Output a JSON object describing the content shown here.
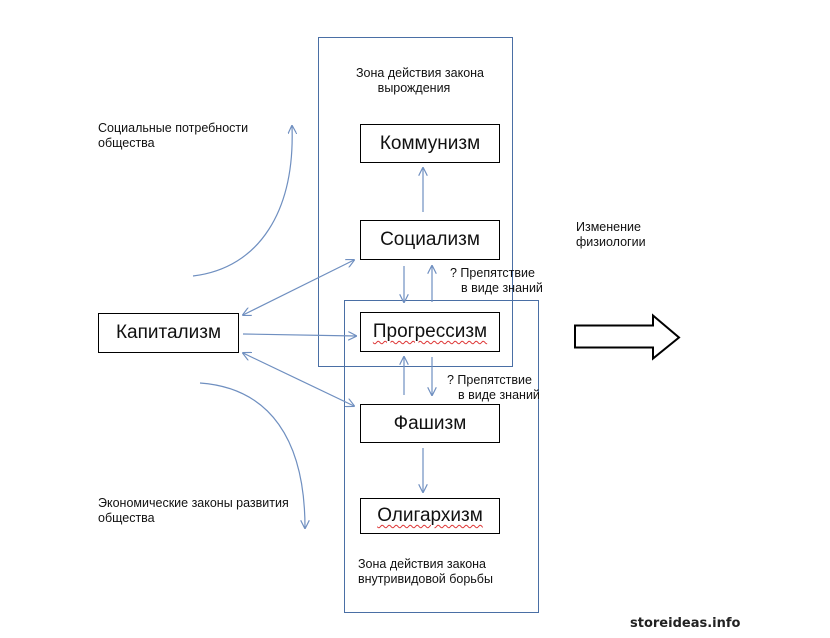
{
  "boxes": {
    "communism": "Коммунизм",
    "socialism": "Социализм",
    "capitalism": "Капитализм",
    "progressism": "Прогрессизм",
    "fascism": "Фашизм",
    "oligarchism": "Олигархизм"
  },
  "zones": {
    "degeneration": [
      "Зона действия закона",
      "вырождения"
    ],
    "intraspecies": [
      "Зона действия закона",
      "внутривидовой борьбы"
    ]
  },
  "notes": {
    "social_needs": [
      "Социальные потребности",
      "общества"
    ],
    "economic_laws": [
      "Экономические законы развития",
      "общества"
    ],
    "physiology_change": [
      "Изменение",
      "физиологии"
    ],
    "obstacle_upper": [
      "? Препятствие",
      "в виде знаний"
    ],
    "obstacle_lower": [
      "? Препятствие",
      "в виде знаний"
    ]
  },
  "colors": {
    "frame_line": "#4a6fa5",
    "arrow_line": "#6f8fc0",
    "box_border": "#000000",
    "text": "#111111",
    "spell_underline": "#dd3333"
  },
  "watermark": "storeideas.info"
}
